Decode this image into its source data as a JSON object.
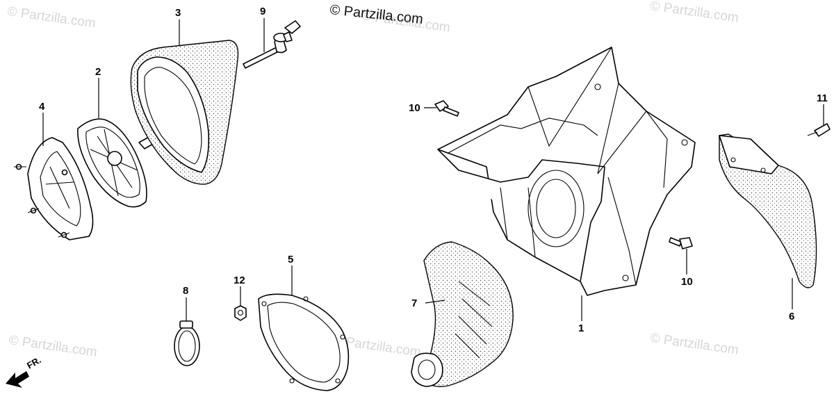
{
  "copyright": "© Partzilla.com",
  "watermarks": [
    "© Partzilla.com",
    "© Partzilla.com",
    "© Partzilla.com",
    "© Partzilla.com",
    "© Partzilla.com",
    "© Partzilla.com"
  ],
  "direction_label": "FR.",
  "callouts": {
    "c1": "1",
    "c2": "2",
    "c3": "3",
    "c4": "4",
    "c5": "5",
    "c6": "6",
    "c7": "7",
    "c8": "8",
    "c9": "9",
    "c10a": "10",
    "c10b": "10",
    "c11": "11",
    "c12": "12"
  },
  "colors": {
    "line": "#000000",
    "watermark": "#d6d6d6",
    "background": "#ffffff"
  }
}
